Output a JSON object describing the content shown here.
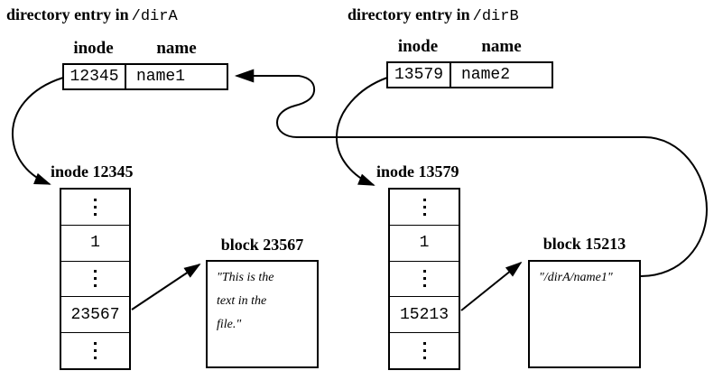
{
  "canvas": {
    "background": "#ffffff",
    "line_color": "#000000"
  },
  "dir_a": {
    "title_text": "directory entry in",
    "title_path": "/dirA",
    "col_inode": "inode",
    "col_name": "name",
    "inode_value": "12345",
    "name_value": "name1"
  },
  "dir_b": {
    "title_text": "directory entry in",
    "title_path": "/dirB",
    "col_inode": "inode",
    "col_name": "name",
    "inode_value": "13579",
    "name_value": "name2"
  },
  "inode_a": {
    "label": "inode 12345",
    "link_count": "1",
    "block_pointer": "23567"
  },
  "inode_b": {
    "label": "inode 13579",
    "link_count": "1",
    "block_pointer": "15213"
  },
  "block_a": {
    "label": "block 23567",
    "line1": "\"This is the",
    "line2": "text in the",
    "line3": "file.\""
  },
  "block_b": {
    "label": "block 15213",
    "line1": "\"/dirA/name1\""
  }
}
